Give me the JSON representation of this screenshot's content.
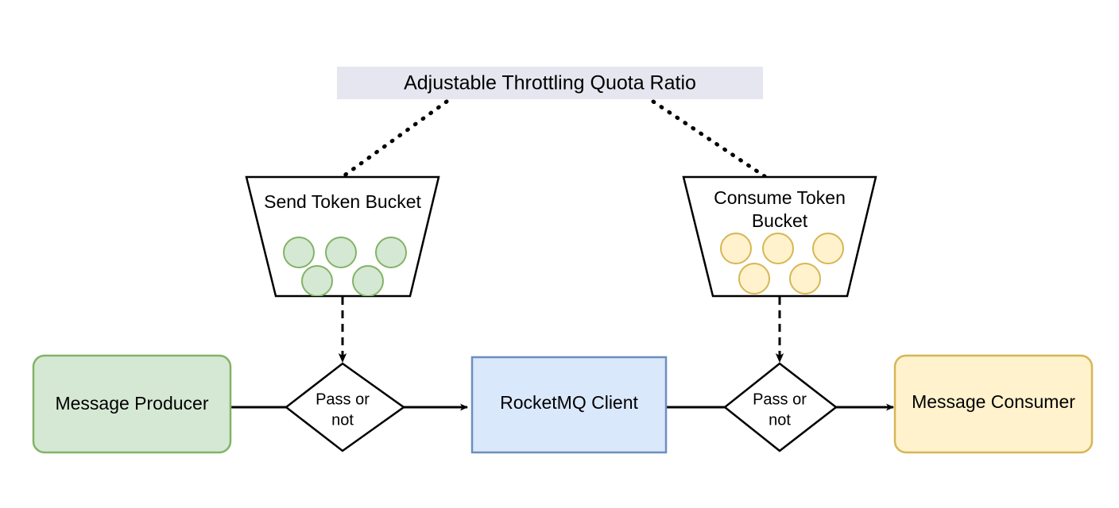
{
  "diagram": {
    "title_banner": {
      "label": "Adjustable Throttling Quota Ratio",
      "fill": "#e6e6f0",
      "text_color": "#000000"
    },
    "buckets": [
      {
        "name": "send-token-bucket",
        "label_line1": "Send Token Bucket",
        "label_line2": "",
        "token_fill": "#d5e8d4",
        "token_stroke": "#82b366",
        "token_count": 5
      },
      {
        "name": "consume-token-bucket",
        "label_line1": "Consume Token",
        "label_line2": "Bucket",
        "token_fill": "#fff2cc",
        "token_stroke": "#d6b656",
        "token_count": 5
      }
    ],
    "nodes": [
      {
        "name": "message-producer",
        "label": "Message Producer",
        "fill": "#d5e8d4",
        "stroke": "#82b366",
        "shape": "rounded-rect"
      },
      {
        "name": "rocketmq-client",
        "label": "RocketMQ Client",
        "fill": "#dae8fc",
        "stroke": "#6c8ebf",
        "shape": "rect"
      },
      {
        "name": "message-consumer",
        "label": "Message Consumer",
        "fill": "#fff2cc",
        "stroke": "#d6b656",
        "shape": "rounded-rect"
      }
    ],
    "decisions": [
      {
        "name": "send-pass-or-not",
        "label_line1": "Pass or",
        "label_line2": "not",
        "fill": "#ffffff",
        "stroke": "#000000"
      },
      {
        "name": "consume-pass-or-not",
        "label_line1": "Pass or",
        "label_line2": "not",
        "fill": "#ffffff",
        "stroke": "#000000"
      }
    ],
    "connectors": [
      {
        "name": "banner-to-send-bucket",
        "style": "dotted"
      },
      {
        "name": "banner-to-consume-bucket",
        "style": "dotted"
      },
      {
        "name": "send-bucket-to-decision",
        "style": "dashed-arrow"
      },
      {
        "name": "consume-bucket-to-decision",
        "style": "dashed-arrow"
      },
      {
        "name": "producer-to-decision",
        "style": "solid"
      },
      {
        "name": "decision-to-client",
        "style": "solid-arrow"
      },
      {
        "name": "client-to-decision",
        "style": "solid"
      },
      {
        "name": "decision-to-consumer",
        "style": "solid-arrow"
      }
    ],
    "line_color": "#000000"
  }
}
